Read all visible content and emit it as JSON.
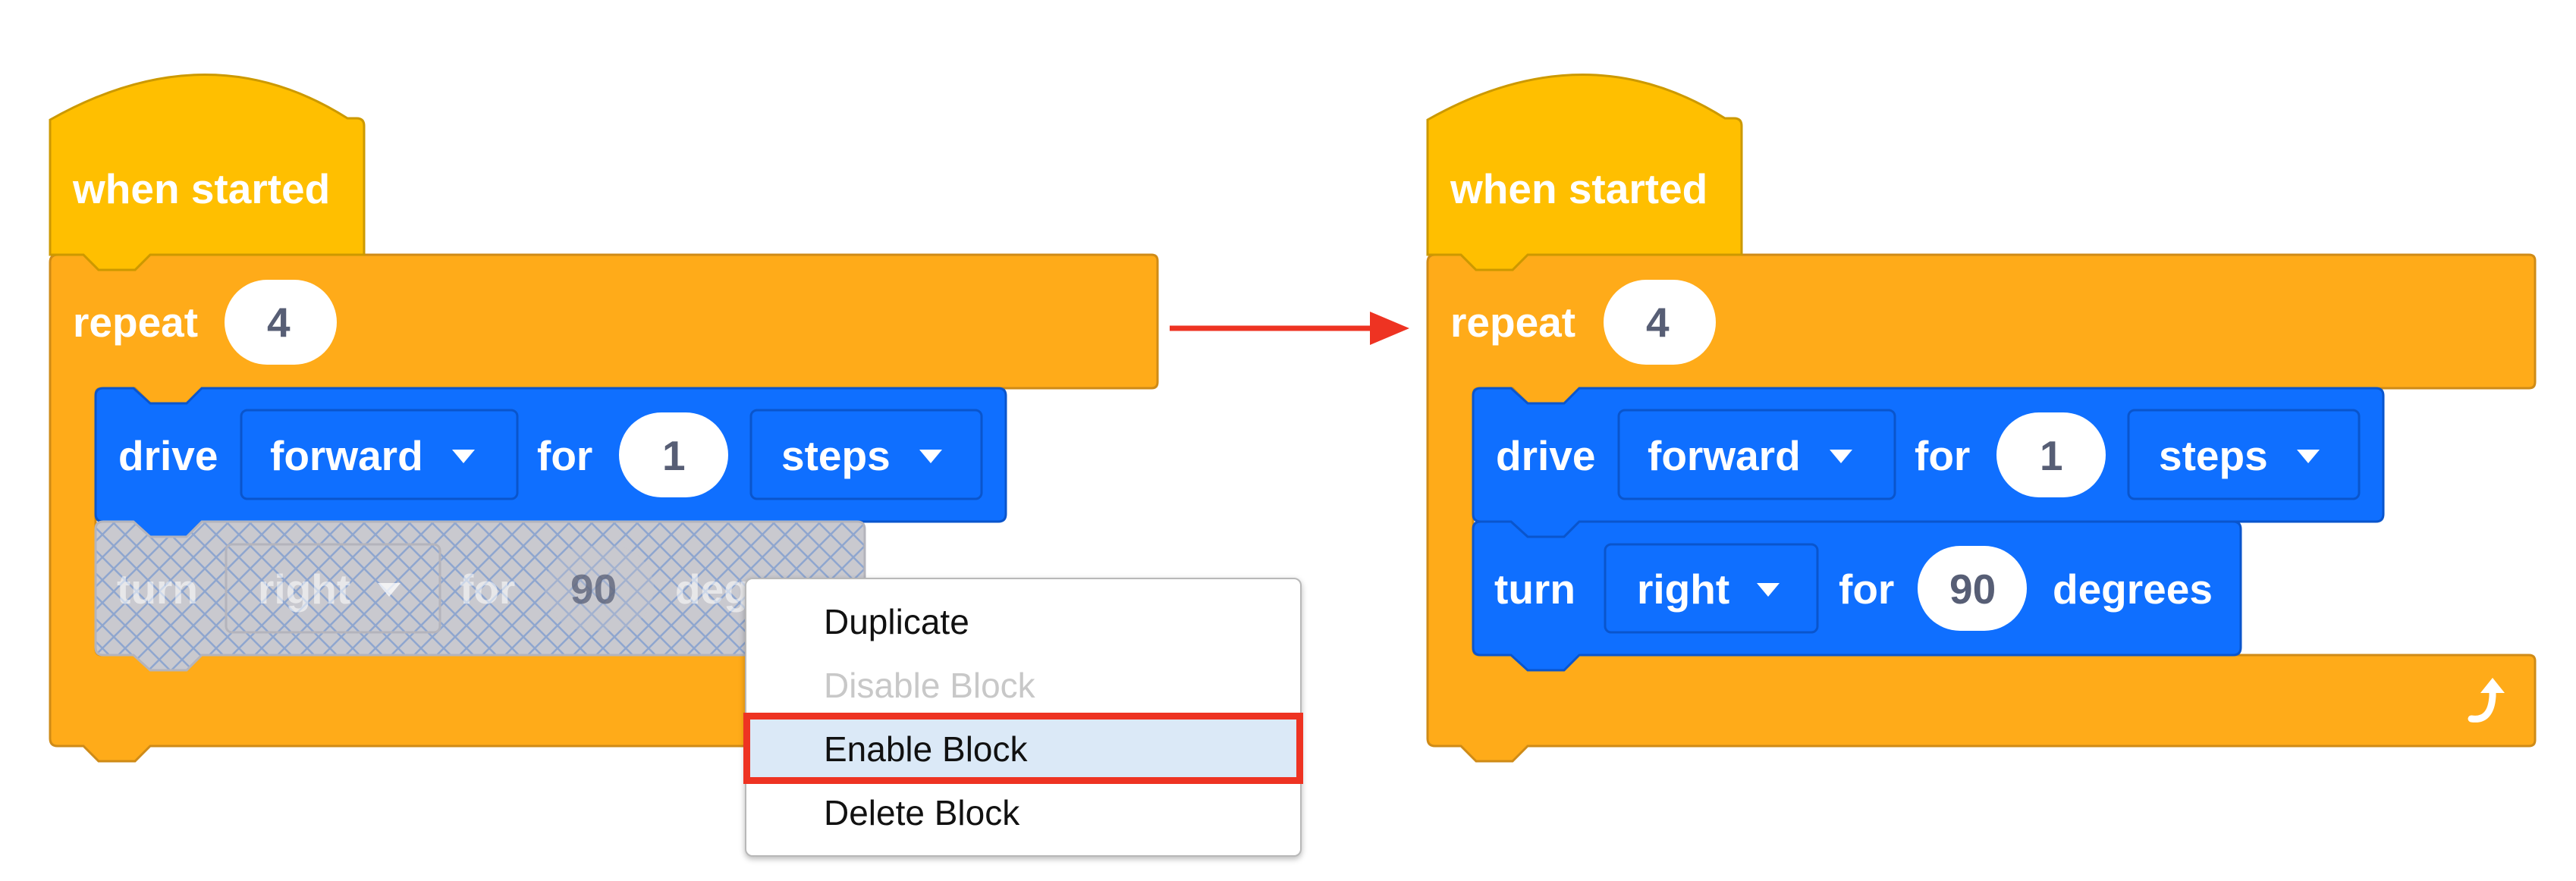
{
  "colors": {
    "events": "#ffbf00",
    "control": "#ffab19",
    "motion": "#0f6fff",
    "disabled": "#c9c9cf",
    "annotation": "#ee3322"
  },
  "left_script": {
    "hat": "when started",
    "repeat": {
      "label": "repeat",
      "count": "4"
    },
    "drive": {
      "label": "drive",
      "direction": "forward",
      "for": "for",
      "amount": "1",
      "unit": "steps"
    },
    "turn": {
      "label": "turn",
      "direction": "right",
      "for": "for",
      "amount": "90",
      "unit": "degrees",
      "state": "disabled"
    }
  },
  "context_menu": {
    "items": [
      {
        "label": "Duplicate",
        "state": "normal"
      },
      {
        "label": "Disable Block",
        "state": "disabled"
      },
      {
        "label": "Enable Block",
        "state": "highlighted"
      },
      {
        "label": "Delete Block",
        "state": "normal"
      }
    ]
  },
  "right_script": {
    "hat": "when started",
    "repeat": {
      "label": "repeat",
      "count": "4",
      "loop_icon": "loop-arrow-icon"
    },
    "drive": {
      "label": "drive",
      "direction": "forward",
      "for": "for",
      "amount": "1",
      "unit": "steps"
    },
    "turn": {
      "label": "turn",
      "direction": "right",
      "for": "for",
      "amount": "90",
      "unit": "degrees",
      "state": "enabled"
    }
  },
  "icons": [
    "dropdown-caret-icon",
    "loop-arrow-icon",
    "arrow-right-icon"
  ]
}
